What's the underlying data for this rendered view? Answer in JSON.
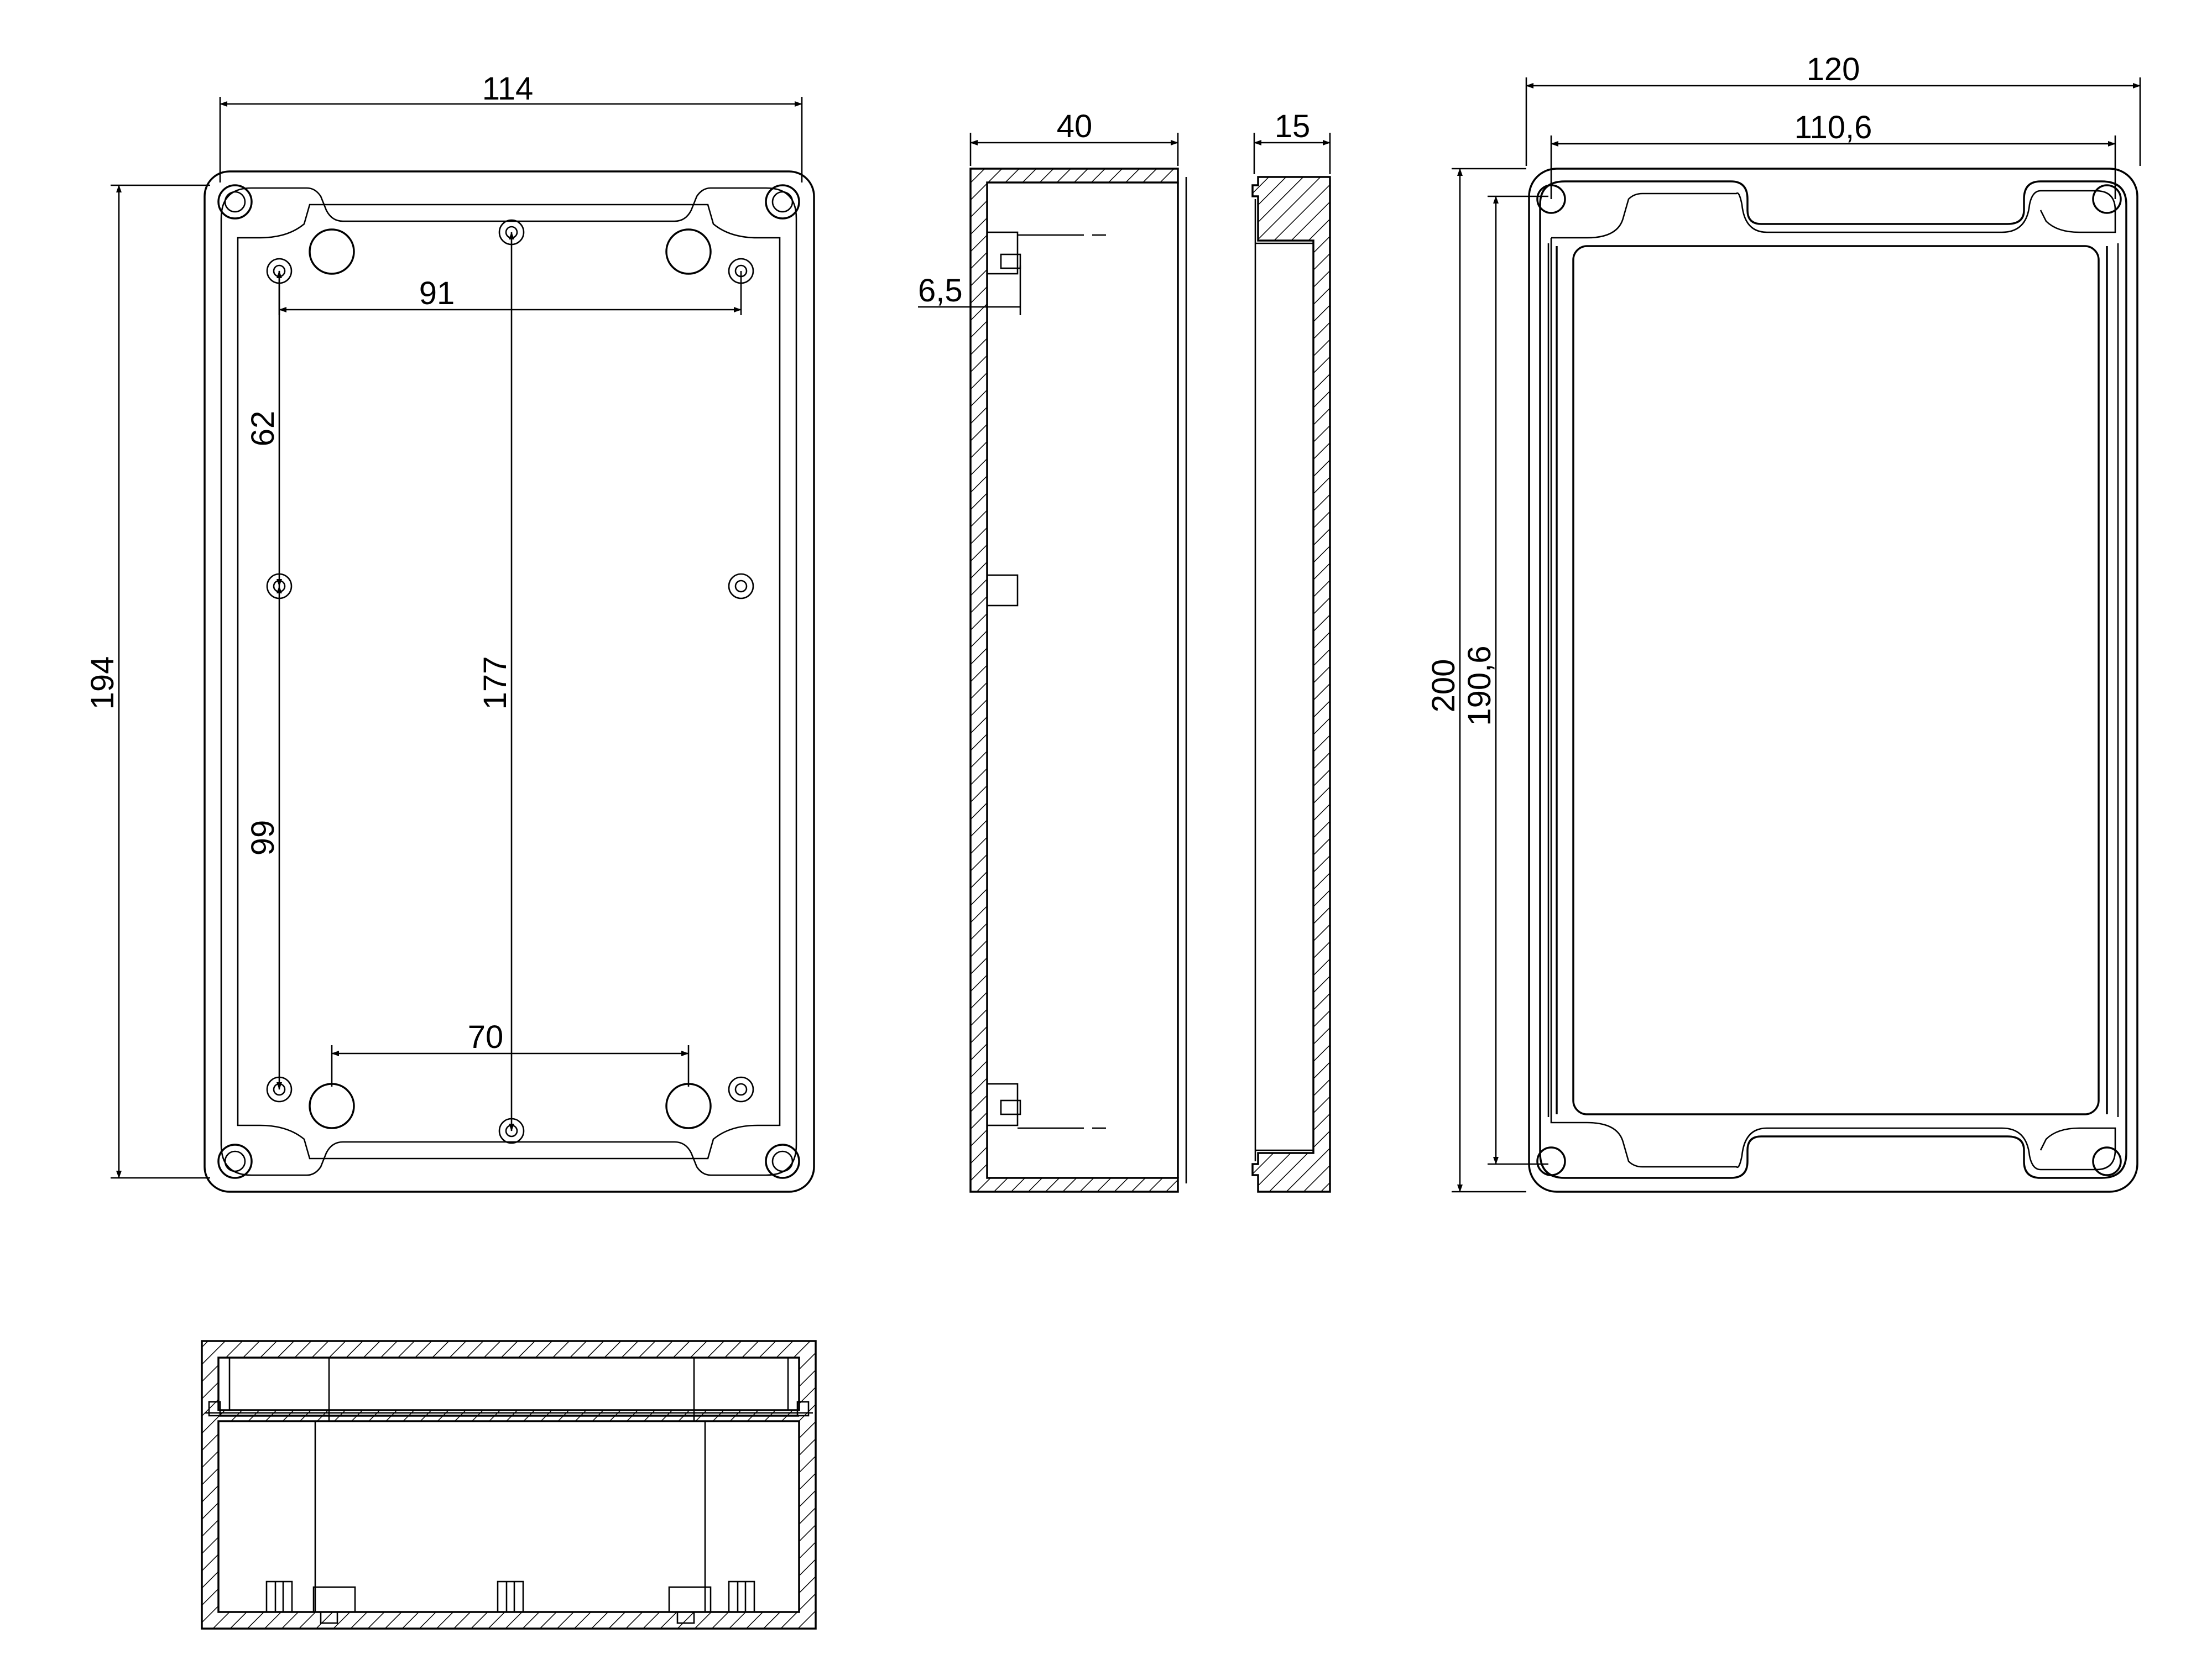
{
  "colors": {
    "line": "#000000",
    "background": "#ffffff"
  },
  "dimensions": {
    "base_width": "114",
    "base_height": "194",
    "hole_spacing_top": "91",
    "hole_spacing_upper": "62",
    "hole_spacing_lower": "99",
    "hole_spacing_center": "177",
    "hole_spacing_bottom": "70",
    "side_depth": "40",
    "side_offset": "6,5",
    "lid_depth": "15",
    "lid_width_outer": "120",
    "lid_width_inner": "110,6",
    "lid_height_outer": "200",
    "lid_height_inner": "190,6"
  }
}
